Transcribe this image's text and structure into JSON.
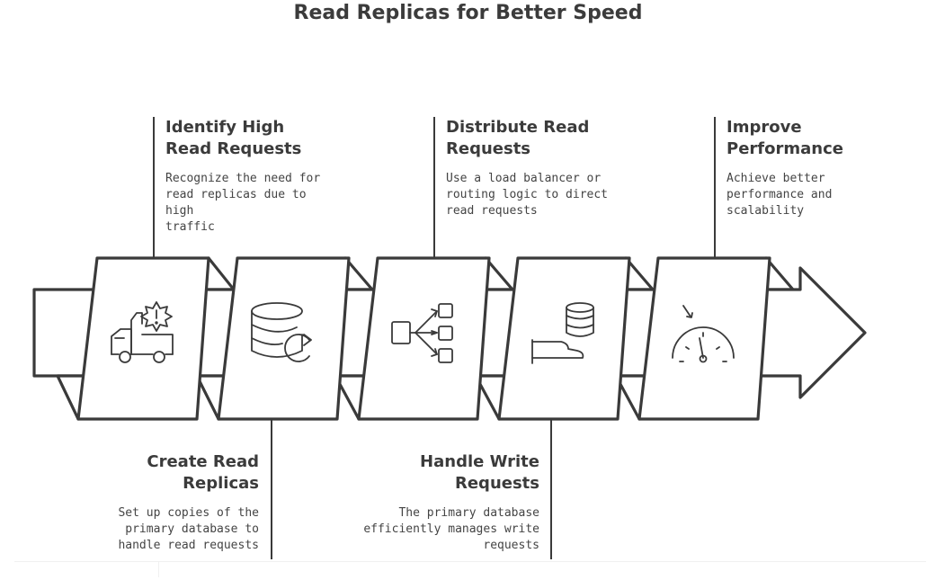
{
  "title": "Read Replicas for Better Speed",
  "steps": [
    {
      "title_lines": [
        "Identify High",
        "Read Requests"
      ],
      "desc_lines": [
        "Recognize the need for",
        "read replicas due to high",
        "traffic"
      ],
      "icon": "truck-alert-icon"
    },
    {
      "title_lines": [
        "Create Read",
        "Replicas"
      ],
      "desc_lines": [
        "Set up copies of the",
        "primary database to",
        "handle read requests"
      ],
      "icon": "database-replicate-icon"
    },
    {
      "title_lines": [
        "Distribute Read",
        "Requests"
      ],
      "desc_lines": [
        "Use a load balancer or",
        "routing logic to direct",
        "read requests"
      ],
      "icon": "distribute-branches-icon"
    },
    {
      "title_lines": [
        "Handle Write",
        "Requests"
      ],
      "desc_lines": [
        "The primary database",
        "efficiently manages write",
        "requests"
      ],
      "icon": "database-write-icon"
    },
    {
      "title_lines": [
        "Improve",
        "Performance"
      ],
      "desc_lines": [
        "Achieve better",
        "performance and",
        "scalability"
      ],
      "icon": "speedometer-icon"
    }
  ],
  "colors": {
    "stroke": "#3a3a3a",
    "text": "#3b3b3b",
    "band": "#ffffff"
  }
}
